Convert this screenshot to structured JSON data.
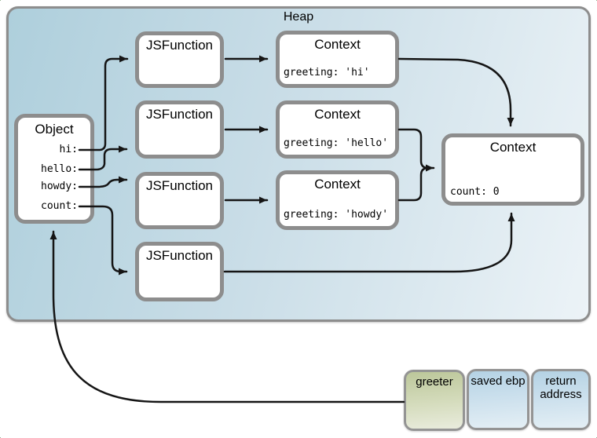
{
  "heap": {
    "label": "Heap",
    "object": {
      "title": "Object",
      "fields": [
        "hi:",
        "hello:",
        "howdy:",
        "count:"
      ]
    },
    "jsfunctions": [
      "JSFunction",
      "JSFunction",
      "JSFunction",
      "JSFunction"
    ],
    "contexts": [
      {
        "title": "Context",
        "body": "greeting: 'hi'"
      },
      {
        "title": "Context",
        "body": "greeting: 'hello'"
      },
      {
        "title": "Context",
        "body": "greeting: 'howdy'"
      }
    ],
    "shared_context": {
      "title": "Context",
      "body": "count: 0"
    }
  },
  "stack": {
    "frames": [
      {
        "label": "greeter"
      },
      {
        "label": "saved ebp"
      },
      {
        "label": "return address"
      }
    ]
  },
  "colors": {
    "heap_fill_dark": "#aecfdc",
    "heap_fill_light": "#ecf3f7",
    "box_border": "#8d8d8d",
    "arrow": "#151515",
    "greeter_fill": "#bcc79a",
    "frame_fill": "#b4d2e4",
    "page_corner_green": "#35722f"
  }
}
